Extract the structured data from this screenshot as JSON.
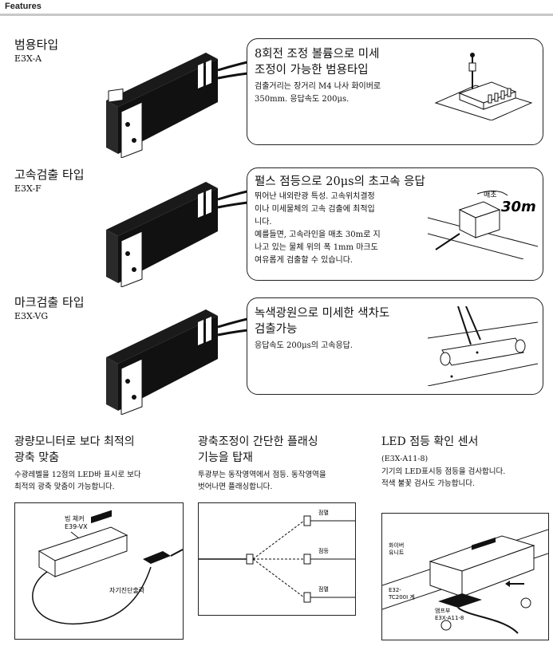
{
  "header": {
    "title": "Features"
  },
  "types": [
    {
      "name": "범용타입",
      "model": "E3X-A",
      "feature_title_1": "8회전 조정 볼륨으로 미세",
      "feature_title_2": "조정이 가능한 범용타입",
      "feature_lines": [
        "검출거리는 장거리 M4 나사 화이버로",
        "350mm. 응답속도 200μs."
      ]
    },
    {
      "name": "고속검출 타입",
      "model": "E3X-F",
      "feature_title_1": "펄스 점등으로 20μs의 초고속 응답",
      "feature_title_2": "",
      "feature_lines": [
        "뛰어난 내외란광 특성. 고속위치결정",
        "이나 미세물체의 고속 검출에 최적입",
        "니다.",
        "예를들면, 고속라인을 매초 30m로 지",
        "나고 있는 물체 위의 폭 1mm 마크도",
        "여유롭게 검출할 수 있습니다."
      ],
      "illus_label_prefix": "매초",
      "illus_label_value": "30m"
    },
    {
      "name": "마크검출 타입",
      "model": "E3X-VG",
      "feature_title_1": "녹색광원으로 미세한 색차도",
      "feature_title_2": "검출가능",
      "feature_lines": [
        "응답속도 200μs의 고속응답."
      ]
    }
  ],
  "bottom": [
    {
      "title_1": "광량모니터로 보다 최적의",
      "title_2": "광축 맞춤",
      "lines": [
        "수광레벨을 12점의 LED바 표시로 보다",
        "최적의 광축 맞춤이 가능합니다."
      ],
      "label_unit_1": "빔 체커",
      "label_unit_2": "E39-VX",
      "label_output": "자기진단출력"
    },
    {
      "title_1": "광축조정이 간단한 플래싱",
      "title_2": "기능을 탑재",
      "lines": [
        "투광부는 동작영역에서 점등. 동작영역을",
        "벗어나면 플래싱합니다."
      ],
      "label_a": "점멸",
      "label_b": "점등",
      "label_c": "점멸"
    },
    {
      "title_1": "LED 점등 확인 센서",
      "model": "(E3X-A11-8)",
      "lines": [
        "기기의 LED표시등 점등을 검사합니다.",
        "적색 불꽃 검사도 가능합니다."
      ],
      "label_fiber_1": "화이버",
      "label_fiber_2": "유니트",
      "label_fiber_3": "E32-",
      "label_fiber_4": "TC200I 계",
      "label_amp_1": "앰프부",
      "label_amp_2": "E3X-A11-8"
    }
  ]
}
